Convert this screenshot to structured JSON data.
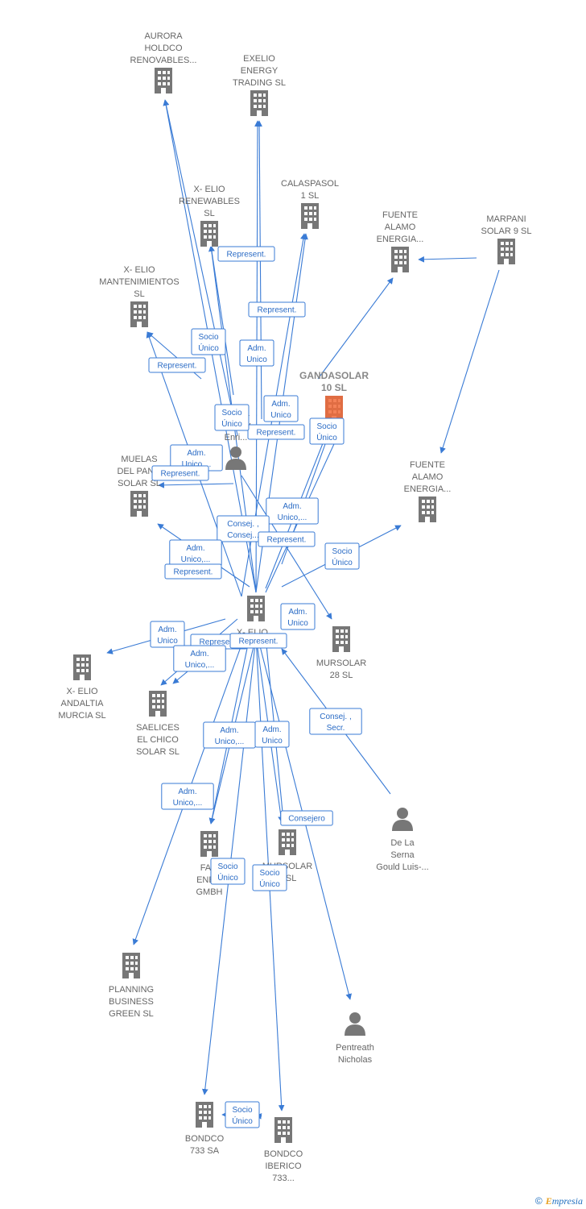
{
  "colors": {
    "edge": "#3a7bd5",
    "node": "#777777",
    "focus": "#f26b3a",
    "label": "#666666"
  },
  "nodes": [
    {
      "id": "aurora",
      "type": "company",
      "lines": [
        "AURORA",
        "HOLDCO",
        "RENOVABLES..."
      ]
    },
    {
      "id": "exelio",
      "type": "company",
      "lines": [
        "EXELIO",
        "ENERGY",
        "TRADING  SL"
      ]
    },
    {
      "id": "xelio_ren",
      "type": "company",
      "lines": [
        "X- ELIO",
        "RENEWABLES",
        "SL"
      ]
    },
    {
      "id": "calaspasol",
      "type": "company",
      "lines": [
        "CALASPASOL",
        "1  SL"
      ]
    },
    {
      "id": "fuente1",
      "type": "company",
      "lines": [
        "FUENTE",
        "ALAMO",
        "ENERGIA..."
      ]
    },
    {
      "id": "marpani",
      "type": "company",
      "lines": [
        "MARPANI",
        "SOLAR 9  SL"
      ]
    },
    {
      "id": "xelio_mant",
      "type": "company",
      "lines": [
        "X- ELIO",
        "MANTENIMIENTOS",
        "SL"
      ]
    },
    {
      "id": "gandasolar",
      "type": "focus",
      "lines": [
        "GANDASOLAR",
        "10  SL"
      ]
    },
    {
      "id": "person1",
      "type": "person",
      "lines": [
        "Nav...a",
        "Pr...coy",
        "Enri..."
      ]
    },
    {
      "id": "muelas",
      "type": "company",
      "lines": [
        "MUELAS",
        "DEL PAN...",
        "SOLAR SL"
      ]
    },
    {
      "id": "fuente2",
      "type": "company",
      "lines": [
        "FUENTE",
        "ALAMO",
        "ENERGIA..."
      ]
    },
    {
      "id": "xelio_center",
      "type": "company",
      "lines": [
        "X- ELIO..."
      ]
    },
    {
      "id": "mursolar28",
      "type": "company",
      "lines": [
        "MURSOLAR",
        "28 SL"
      ]
    },
    {
      "id": "xelio_andaltia",
      "type": "company",
      "lines": [
        "X- ELIO",
        "ANDALTIA",
        "MURCIA  SL"
      ]
    },
    {
      "id": "saelices",
      "type": "company",
      "lines": [
        "SAELICES",
        "EL CHICO",
        "SOLAR SL"
      ]
    },
    {
      "id": "delaserna",
      "type": "person",
      "lines": [
        "De La",
        "Serna",
        "Gould Luis-..."
      ]
    },
    {
      "id": "fa_gmbh",
      "type": "company",
      "lines": [
        "FA...",
        "ENE...",
        "GMBH"
      ]
    },
    {
      "id": "mursolar2",
      "type": "company",
      "lines": [
        "MURSOLAR",
        "...SL"
      ]
    },
    {
      "id": "planning",
      "type": "company",
      "lines": [
        "PLANNING",
        "BUSINESS",
        "GREEN  SL"
      ]
    },
    {
      "id": "pentreath",
      "type": "person",
      "lines": [
        "Pentreath",
        "Nicholas"
      ]
    },
    {
      "id": "bondco733",
      "type": "company",
      "lines": [
        "BONDCO",
        "733 SA"
      ]
    },
    {
      "id": "bondco_iberico",
      "type": "company",
      "lines": [
        "BONDCO",
        "IBERICO",
        "733..."
      ]
    }
  ],
  "edge_labels": [
    {
      "lines": [
        "Represent."
      ]
    },
    {
      "lines": [
        "Represent."
      ]
    },
    {
      "lines": [
        "Socio",
        "Único"
      ]
    },
    {
      "lines": [
        "Socio",
        "Único"
      ]
    },
    {
      "lines": [
        "Adm.",
        "Unico"
      ]
    },
    {
      "lines": [
        "Represent."
      ]
    },
    {
      "lines": [
        "Adm.",
        "Unico"
      ]
    },
    {
      "lines": [
        "Socio",
        "Único"
      ]
    },
    {
      "lines": [
        "Represent."
      ]
    },
    {
      "lines": [
        "Socio",
        "Único"
      ]
    },
    {
      "lines": [
        "Adm.",
        "Unico,..."
      ]
    },
    {
      "lines": [
        "Represent."
      ]
    },
    {
      "lines": [
        "Adm.",
        "Unico,..."
      ]
    },
    {
      "lines": [
        "Consej. ,",
        "Consej..."
      ]
    },
    {
      "lines": [
        "Represent."
      ]
    },
    {
      "lines": [
        "Socio",
        "Único"
      ]
    },
    {
      "lines": [
        "Adm.",
        "Unico,..."
      ]
    },
    {
      "lines": [
        "Represent."
      ]
    },
    {
      "lines": [
        "Adm.",
        "Unico"
      ]
    },
    {
      "lines": [
        "Adm.",
        "Unico"
      ]
    },
    {
      "lines": [
        "Represent."
      ]
    },
    {
      "lines": [
        "Represent."
      ]
    },
    {
      "lines": [
        "Adm.",
        "Unico,..."
      ]
    },
    {
      "lines": [
        "Consej. ,",
        "Secr."
      ]
    },
    {
      "lines": [
        "Adm.",
        "Unico,..."
      ]
    },
    {
      "lines": [
        "Adm.",
        "Unico"
      ]
    },
    {
      "lines": [
        "Adm.",
        "Unico,..."
      ]
    },
    {
      "lines": [
        "Consejero"
      ]
    },
    {
      "lines": [
        "Socio",
        "Único"
      ]
    },
    {
      "lines": [
        "Socio",
        "Único"
      ]
    },
    {
      "lines": [
        "Socio",
        "Único"
      ]
    }
  ],
  "brand": {
    "copyright": "©",
    "initial": "E",
    "rest": "mpresia"
  }
}
